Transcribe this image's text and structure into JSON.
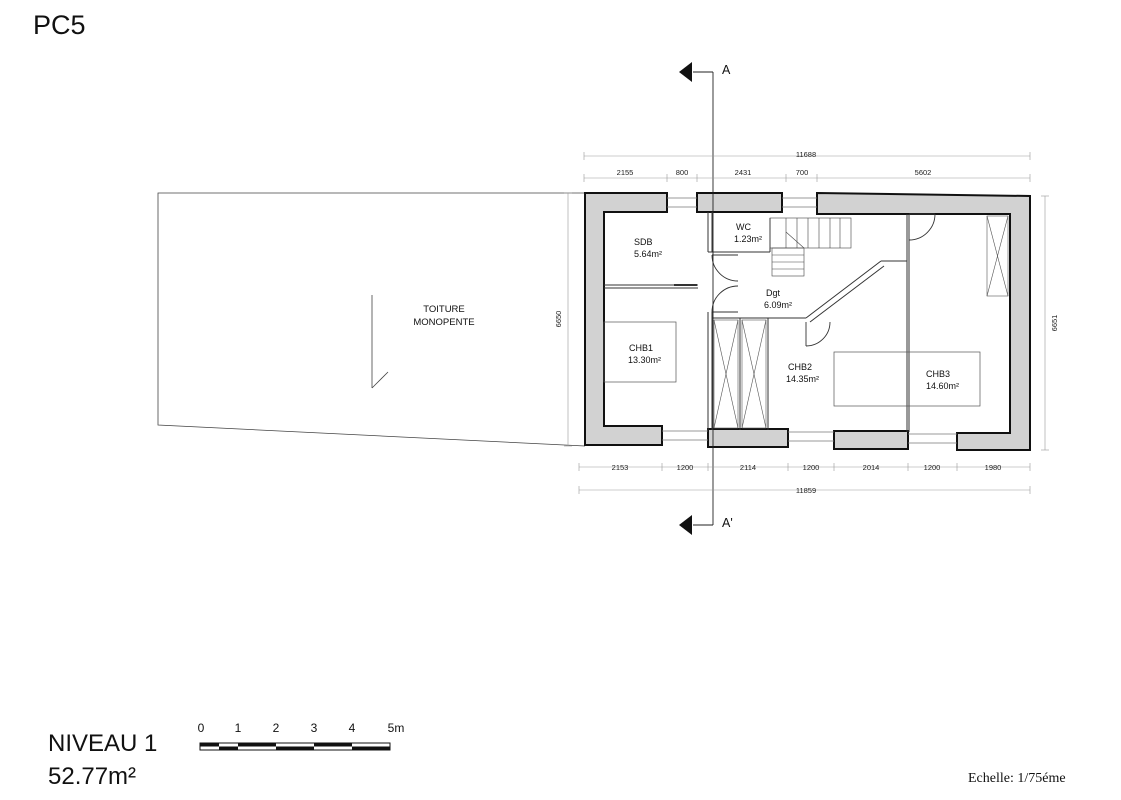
{
  "sheet": {
    "code": "PC5"
  },
  "level": {
    "name": "NIVEAU 1",
    "area": "52.77m²"
  },
  "scale": {
    "note": "Echelle: 1/75éme",
    "bar_labels": [
      "0",
      "1",
      "2",
      "3",
      "4",
      "5m"
    ]
  },
  "section": {
    "top": "A",
    "bottom": "A'"
  },
  "roof": {
    "line1": "TOITURE",
    "line2": "MONOPENTE"
  },
  "rooms": {
    "sdb": {
      "name": "SDB",
      "area": "5.64m²"
    },
    "wc": {
      "name": "WC",
      "area": "1.23m²"
    },
    "dgt": {
      "name": "Dgt",
      "area": "6.09m²"
    },
    "chb1": {
      "name": "CHB1",
      "area": "13.30m²"
    },
    "chb2": {
      "name": "CHB2",
      "area": "14.35m²"
    },
    "chb3": {
      "name": "CHB3",
      "area": "14.60m²"
    }
  },
  "dimensions": {
    "top_total": "11688",
    "top_segments": [
      "2155",
      "800",
      "2431",
      "700",
      "5602"
    ],
    "bottom_total": "11859",
    "bottom_segments": [
      "2153",
      "1200",
      "2114",
      "1200",
      "2014",
      "1200",
      "1980"
    ],
    "left_height": "6650",
    "right_height": "6651"
  }
}
